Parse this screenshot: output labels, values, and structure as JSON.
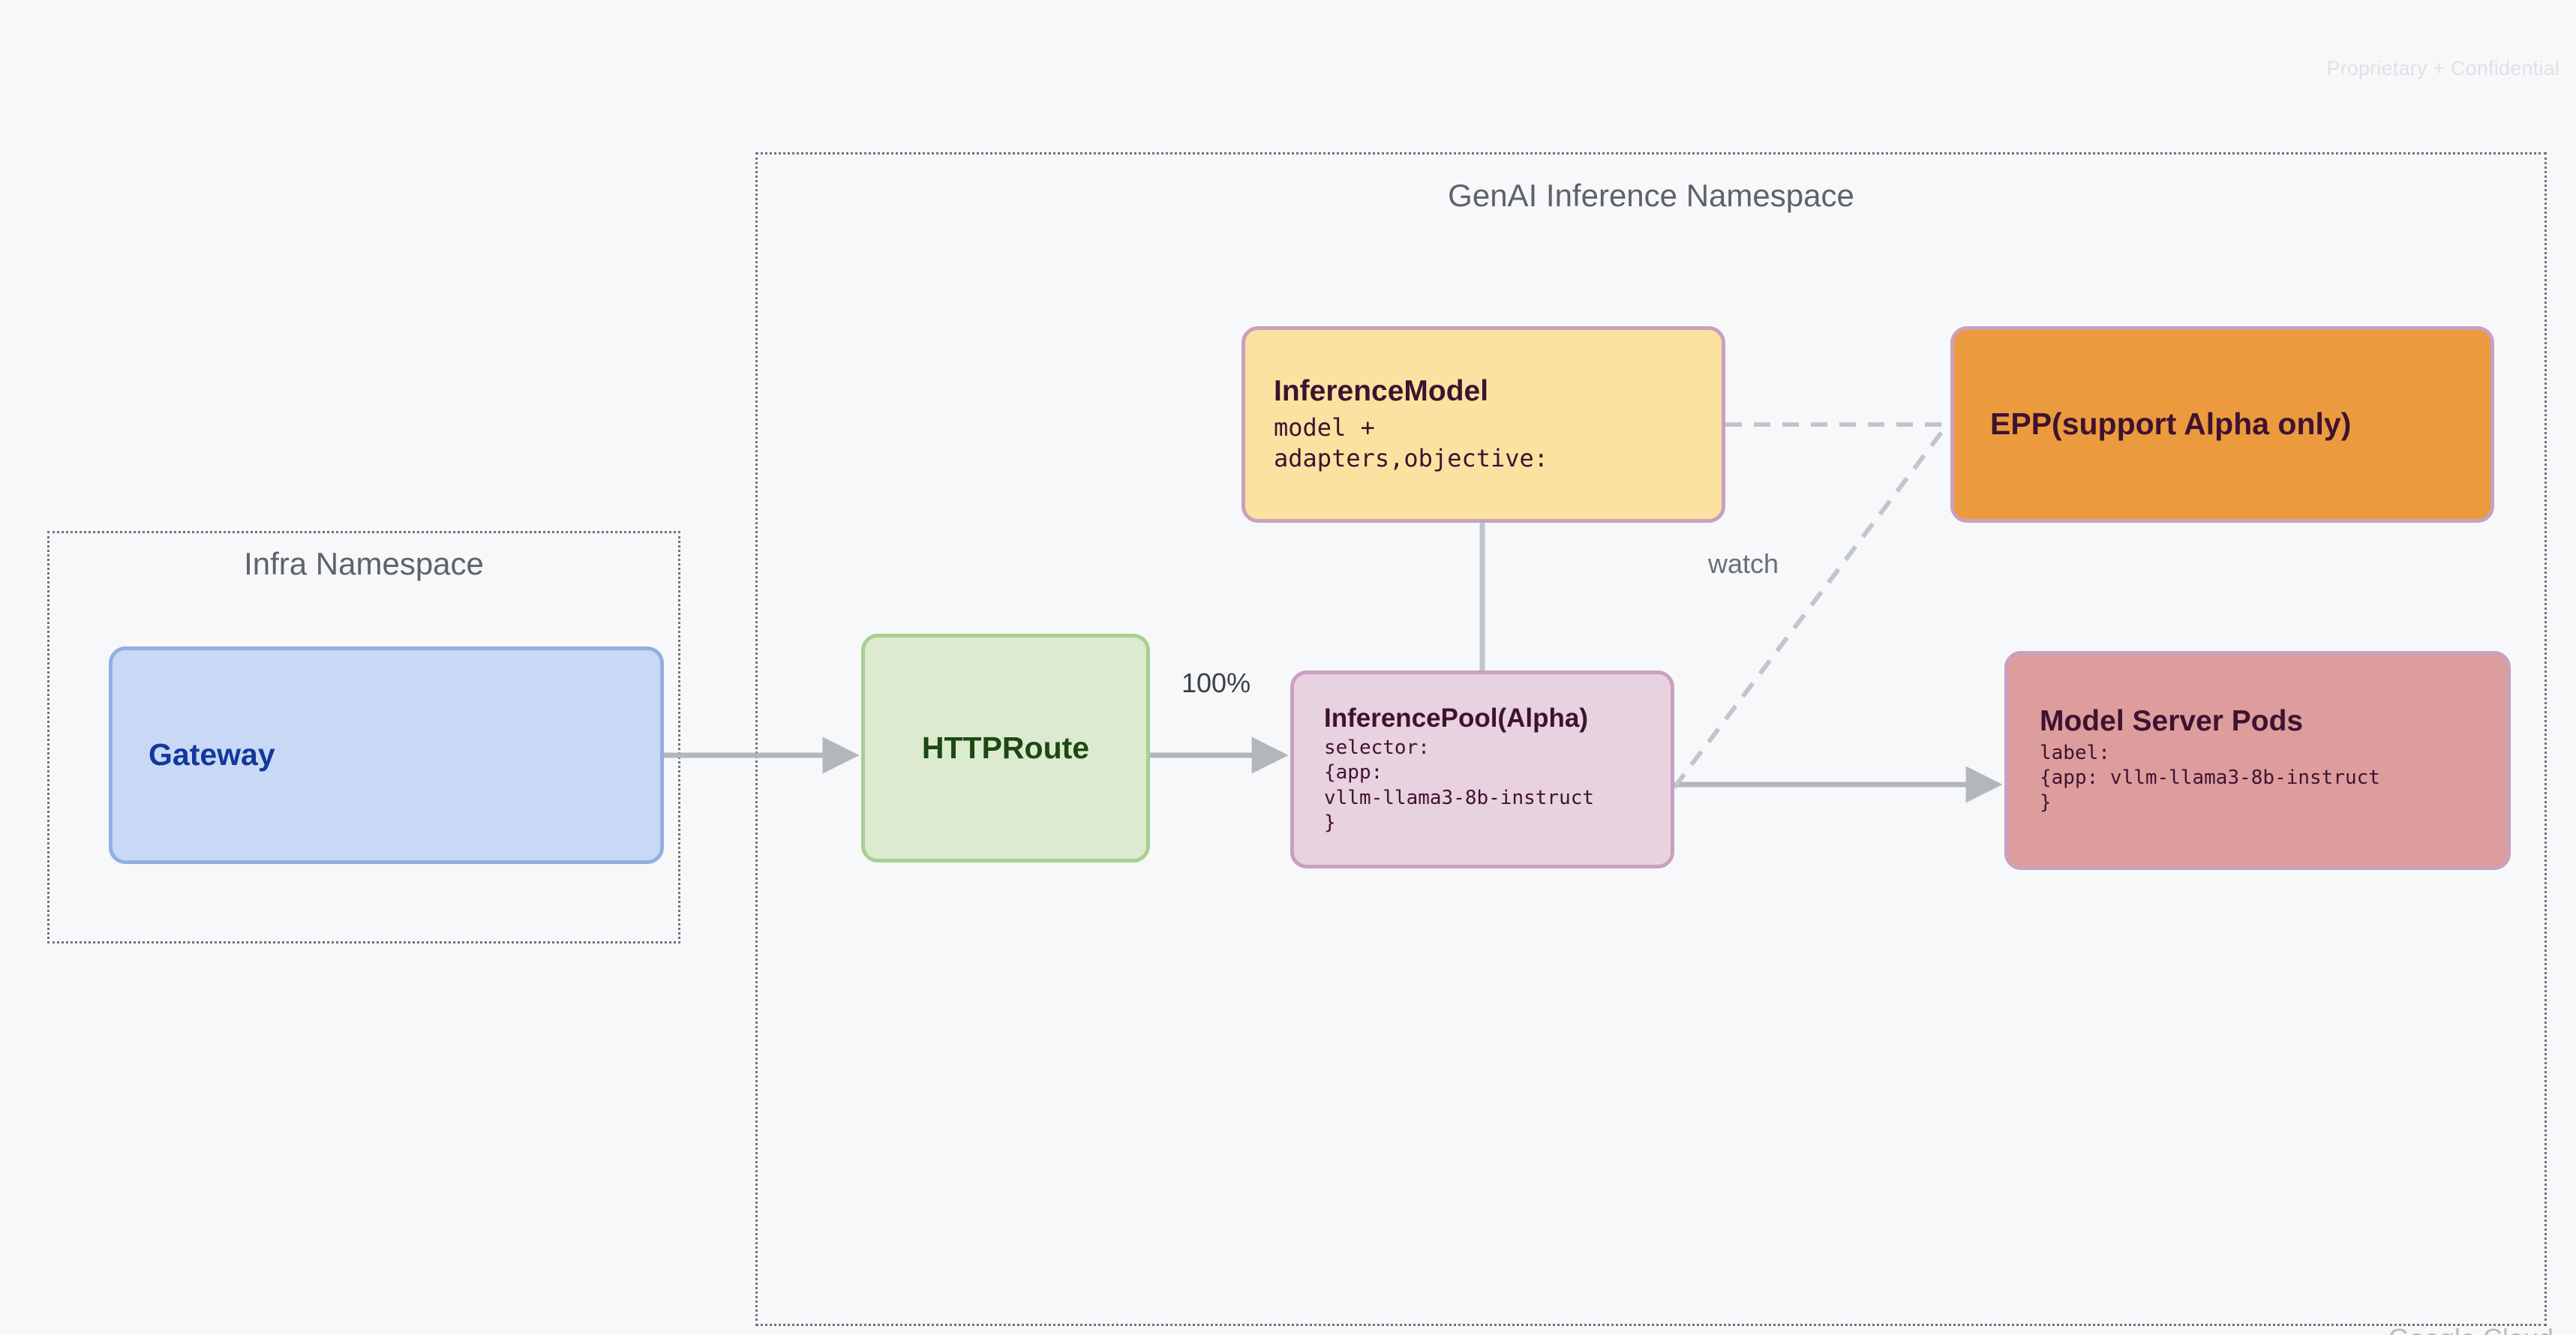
{
  "page": {
    "watermark": "Proprietary + Confidential",
    "background_color": "#f7f8fa",
    "brand_footer": "Google Cloud"
  },
  "namespaces": [
    {
      "id": "infra",
      "title": "Infra Namespace"
    },
    {
      "id": "genai",
      "title": "GenAI Inference Namespace"
    }
  ],
  "nodes": {
    "gateway": {
      "title": "Gateway",
      "fill": "#c9d8f5",
      "border": "#93aee0",
      "text_color": "#12389c"
    },
    "httproute": {
      "title": "HTTPRoute",
      "fill": "#dcebd0",
      "border": "#a8cf92",
      "text_color": "#1d4713"
    },
    "inferencemodel": {
      "title": "InferenceModel",
      "subtitle": "model +\nadapters,objective:",
      "fill": "#fae3a0",
      "border": "#c9a0bf",
      "text_color": "#3f1230"
    },
    "epp": {
      "title": "EPP(support Alpha only)",
      "fill": "#eb9a3e",
      "border": "#c9a0bf",
      "text_color": "#3f1230"
    },
    "inferencepool": {
      "title": "InferencePool(Alpha)",
      "subtitle": "selector:\n{app:\nvllm-llama3-8b-instruct\n}",
      "fill": "#e8d2e0",
      "border": "#c9a0bf",
      "text_color": "#3f1230"
    },
    "modelserverpods": {
      "title": "Model Server Pods",
      "subtitle": "label:\n{app: vllm-llama3-8b-instruct\n}",
      "fill": "#dd9d9d",
      "border": "#c9a0bf",
      "text_color": "#3f1230"
    }
  },
  "edges": {
    "gateway_to_httproute": {
      "label": "",
      "style": "solid-arrow"
    },
    "httproute_to_inferencepool": {
      "label": "100%",
      "style": "solid-arrow"
    },
    "inferencepool_to_pods": {
      "label": "",
      "style": "solid-arrow"
    },
    "inferencemodel_to_inferencepool": {
      "label": "",
      "style": "solid-line"
    },
    "inferencemodel_to_epp": {
      "label": "",
      "style": "dashed-line"
    },
    "inferencepool_to_epp": {
      "label": "watch",
      "style": "dashed-line"
    }
  },
  "edge_colors": {
    "line": "#b3b6bb",
    "label": "#3c4043"
  }
}
